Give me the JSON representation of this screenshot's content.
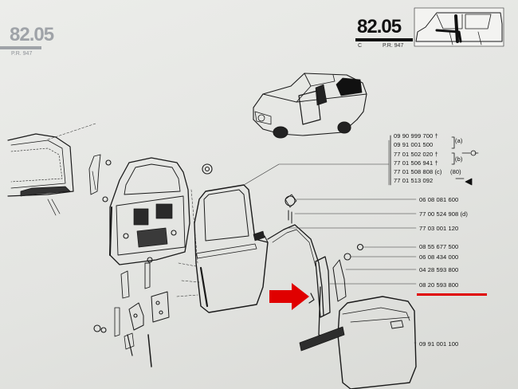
{
  "header": {
    "page_number_left": "82.05",
    "pr_left": "P.R. 947",
    "page_number_right": "82.05",
    "section_letter": "C",
    "pr_right": "P.R. 947"
  },
  "bracket_group": {
    "parts": [
      "09 90 999 700 †",
      "09 91 001 500",
      "77 01 502 020 †",
      "77 01 506 941 †",
      "77 01 508 808 (c)",
      "77 01 513 092"
    ],
    "label_a": "(a)",
    "label_b": "(b)",
    "label_80": "(80)"
  },
  "part_labels": [
    "06 08 081 600",
    "77 00 524 908 (d)",
    "77 03 001 120",
    "08 55 677 500",
    "06 08 434 000",
    "04 28 593 800",
    "08 20 593 800",
    "09 91 001 100"
  ],
  "highlight": {
    "part": "08 20 593 800",
    "arrow_color": "#e00000",
    "underline_color": "#e00000"
  }
}
